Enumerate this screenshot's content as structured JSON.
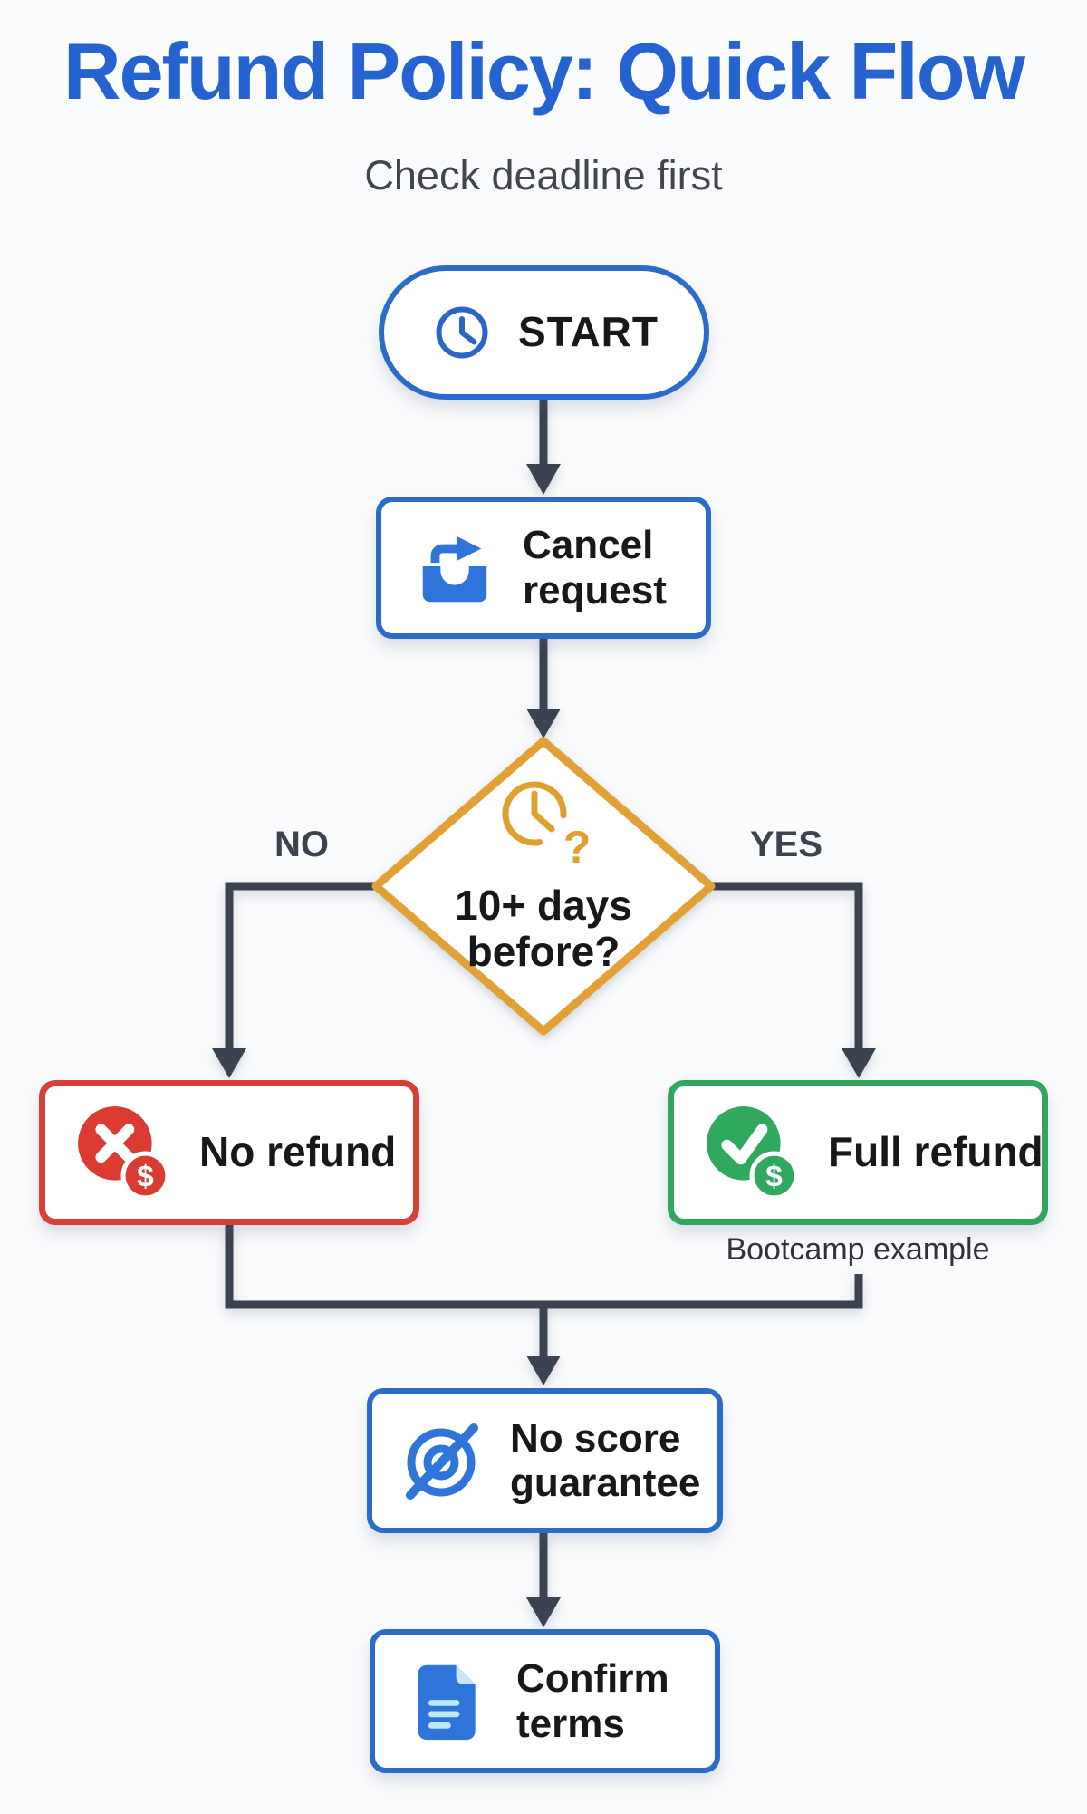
{
  "header": {
    "title": "Refund Policy: Quick Flow",
    "subtitle": "Check deadline first"
  },
  "flow": {
    "start": {
      "label": "START"
    },
    "cancel": {
      "label": "Cancel request"
    },
    "decision": {
      "label": "10+ days before?",
      "no_label": "NO",
      "yes_label": "YES"
    },
    "no_refund": {
      "label": "No refund"
    },
    "full_refund": {
      "label": "Full refund",
      "note": "Bootcamp example"
    },
    "no_score": {
      "label": "No score guarantee"
    },
    "confirm": {
      "label": "Confirm terms"
    }
  },
  "glyphs": {
    "dollar": "$",
    "question": "?"
  },
  "colors": {
    "title_blue": "#2563d0",
    "node_blue_border": "#2a6cc8",
    "icon_blue": "#2f74d8",
    "decision_orange": "#e2a137",
    "negative_red": "#d83f38",
    "positive_green": "#31a75e",
    "connector_dark": "#3b4250",
    "background": "#fafbfc"
  }
}
